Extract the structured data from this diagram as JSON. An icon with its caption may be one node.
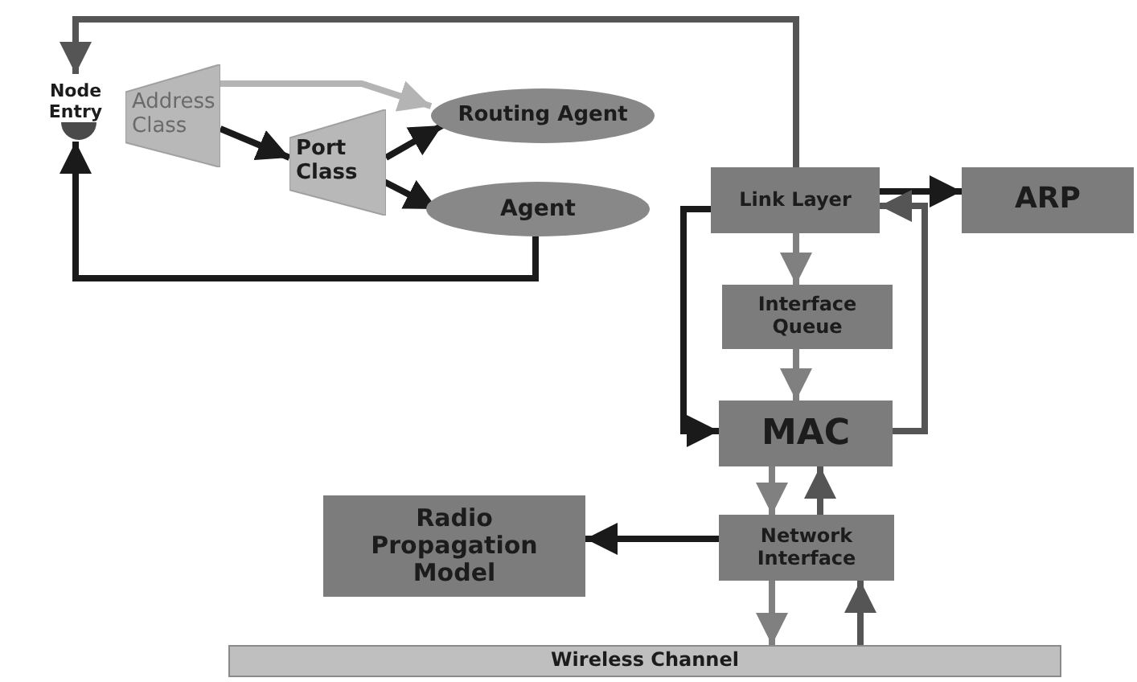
{
  "diagram": {
    "nodes": [
      {
        "text": [
          "Node Entry"
        ]
      },
      {
        "text": [
          "Address Class"
        ]
      },
      {
        "text": [
          "Port Class"
        ]
      },
      {
        "text": [
          "Routing Agent"
        ]
      },
      {
        "text": [
          "Agent"
        ]
      },
      {
        "text": [
          "Link Layer"
        ]
      },
      {
        "text": [
          "ARP"
        ]
      },
      {
        "text": [
          "Interface Queue"
        ]
      },
      {
        "text": [
          "MAC"
        ]
      },
      {
        "text": [
          "Radio Propagation Model"
        ]
      },
      {
        "text": [
          "Network Interface"
        ]
      },
      {
        "text": [
          "Wireless Channel"
        ]
      }
    ],
    "edges": [
      {
        "from": 5,
        "to": 0,
        "arrow": "to",
        "color": "#555555"
      },
      {
        "from": 1,
        "to": 3,
        "arrow": "to",
        "color": "#b4b4b4"
      },
      {
        "from": 1,
        "to": 2,
        "arrow": "to"
      },
      {
        "from": 2,
        "to": 3,
        "arrow": "to"
      },
      {
        "from": 2,
        "to": 4,
        "arrow": "to"
      },
      {
        "from": 4,
        "to": 0,
        "arrow": "to"
      },
      {
        "from": 5,
        "to": 6,
        "arrow": "to"
      },
      {
        "from": 5,
        "to": 7,
        "arrow": "to",
        "color": "#808080"
      },
      {
        "from": 7,
        "to": 8,
        "arrow": "to",
        "color": "#808080"
      },
      {
        "from": 5,
        "to": 8,
        "arrow": "to"
      },
      {
        "from": 8,
        "to": 5,
        "arrow": "to",
        "color": "#555555"
      },
      {
        "from": 8,
        "to": 10,
        "arrow": "to",
        "color": "#808080"
      },
      {
        "from": 10,
        "to": 8,
        "arrow": "to",
        "color": "#555555"
      },
      {
        "from": 10,
        "to": 9,
        "arrow": "to"
      },
      {
        "from": 10,
        "to": 11,
        "arrow": "to",
        "color": "#808080"
      },
      {
        "from": 11,
        "to": 10,
        "arrow": "to",
        "color": "#555555"
      }
    ]
  }
}
